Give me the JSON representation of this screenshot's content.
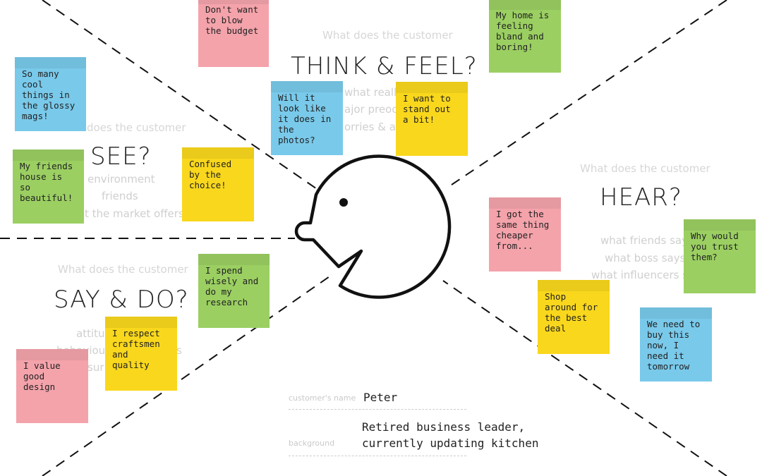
{
  "quadrants": {
    "think": {
      "heading": "THINK & FEEL?",
      "prompt": "What does the customer",
      "lines": [
        "what really c",
        "ajor preoccu",
        "orries & asp"
      ]
    },
    "see": {
      "heading": "SEE?",
      "prompt": "does the customer",
      "lines": [
        "environment",
        "friends",
        "t the market offers"
      ]
    },
    "hear": {
      "heading": "HEAR?",
      "prompt": "What does the customer",
      "lines": [
        "what friends say",
        "what boss says",
        "what influencers sa"
      ]
    },
    "say": {
      "heading": "SAY & DO?",
      "prompt": "What does the customer",
      "lines": [
        "attitu",
        "behaviour",
        "s",
        "sur"
      ]
    }
  },
  "notes": [
    {
      "text": "Don't want to blow the budget",
      "color": "pink"
    },
    {
      "text": "My home is feeling bland and boring!",
      "color": "green"
    },
    {
      "text": "So many cool things in the glossy mags!",
      "color": "blue"
    },
    {
      "text": "Will it look like it does in the photos?",
      "color": "blue"
    },
    {
      "text": "I want to stand out a bit!",
      "color": "yellow"
    },
    {
      "text": "My friends house is so beautiful!",
      "color": "green"
    },
    {
      "text": "Confused by the choice!",
      "color": "yellow"
    },
    {
      "text": "I got the same thing cheaper from...",
      "color": "pink"
    },
    {
      "text": "Why would you trust them?",
      "color": "green"
    },
    {
      "text": "I spend wisely and do my research",
      "color": "green"
    },
    {
      "text": "Shop around for the best deal",
      "color": "yellow"
    },
    {
      "text": "I respect craftsmen and quality",
      "color": "yellow"
    },
    {
      "text": "We need to buy this now, I need it tomorrow",
      "color": "blue"
    },
    {
      "text": "I value good design",
      "color": "pink"
    }
  ],
  "customer": {
    "name_label": "customer's name",
    "name": "Peter",
    "background_label": "background",
    "background_line1": "Retired business leader,",
    "background_line2": "currently updating kitchen"
  },
  "colors": {
    "pink": "#f4a3ab",
    "blue": "#79c9ea",
    "green": "#9bcf62",
    "yellow": "#f9d71c"
  }
}
